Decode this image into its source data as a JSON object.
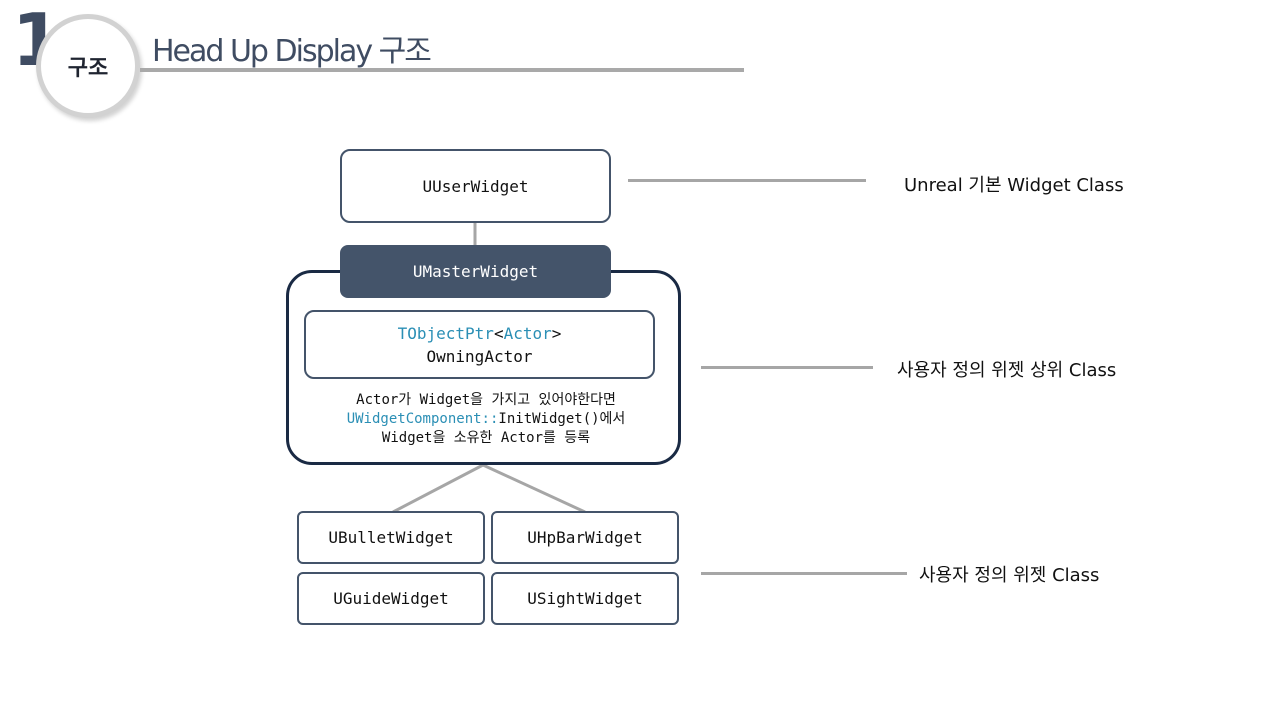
{
  "header": {
    "number": "1",
    "section": "구조",
    "title": "Head Up Display 구조"
  },
  "diagram": {
    "user_widget": "UUserWidget",
    "master_widget": "UMasterWidget",
    "member_type_prefix": "TObjectPtr",
    "member_type_lt": "<",
    "member_type_arg": "Actor",
    "member_type_gt": ">",
    "member_name": "OwningActor",
    "note_line1": "Actor가 Widget을 가지고 있어야한다면",
    "note_line2_kw": "UWidgetComponent::",
    "note_line2_rest": "InitWidget()에서",
    "note_line3": "Widget을 소유한 Actor를 등록",
    "leaves": [
      "UBulletWidget",
      "UHpBarWidget",
      "UGuideWidget",
      "USightWidget"
    ]
  },
  "labels": {
    "base": "Unreal 기본 Widget Class",
    "parent": "사용자 정의 위젯 상위 Class",
    "custom": "사용자 정의 위젯 Class"
  },
  "colors": {
    "accent_dark": "#44546a",
    "border_dark": "#1a2a44",
    "keyword": "#2b8fb5",
    "line_gray": "#a6a6a6"
  }
}
